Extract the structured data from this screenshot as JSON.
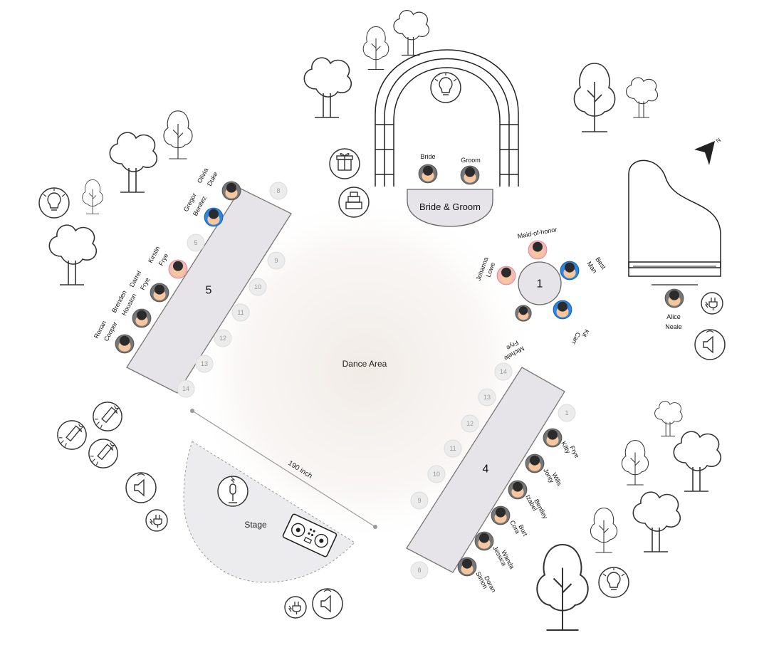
{
  "dance_area": "Dance Area",
  "stage": {
    "label": "Stage",
    "distance_label": "190 inch"
  },
  "bride_groom": {
    "table_label": "Bride & Groom",
    "bride": "Bride",
    "groom": "Groom"
  },
  "table1": {
    "number": "1",
    "guests": {
      "maid": "Maid-of-honor",
      "best_man_1": "Best",
      "best_man_2": "Man",
      "johanna_1": "Johanna",
      "johanna_2": "Lowe",
      "kit_1": "Kit",
      "kit_2": "Carr",
      "michele_1": "Michele",
      "michele_2": "Frye"
    }
  },
  "table5": {
    "number": "5",
    "guests": [
      {
        "first": "Olivia",
        "last": "Duke"
      },
      {
        "first": "Gregor",
        "last": "Benitez"
      },
      {
        "first": "Kirstin",
        "last": "Frye"
      },
      {
        "first": "Darrel",
        "last": "Frye"
      },
      {
        "first": "Brenden",
        "last": "Houston"
      },
      {
        "first": "Ronan",
        "last": "Cooper"
      }
    ],
    "seats": [
      "8",
      "5",
      "9",
      "10",
      "11",
      "12",
      "13",
      "14"
    ]
  },
  "table4": {
    "number": "4",
    "guests": [
      {
        "first": "Kitty",
        "last": "Frye"
      },
      {
        "first": "Jonty",
        "last": "Wills"
      },
      {
        "first": "Izabel",
        "last": "Bentley"
      },
      {
        "first": "Cora",
        "last": "Burt"
      },
      {
        "first": "Jessica",
        "last": "Wanda"
      },
      {
        "first": "Simon",
        "last": "Doran"
      }
    ],
    "seats": [
      "14",
      "13",
      "12",
      "11",
      "10",
      "9",
      "8",
      "1"
    ]
  },
  "piano_guest": {
    "first": "Alice",
    "last": "Neale"
  },
  "icons": [
    "lightbulb-icon",
    "gift-icon",
    "cake-icon",
    "speaker-icon",
    "power-plug-icon",
    "firework-icon",
    "microphone-icon",
    "dj-console-icon",
    "compass-icon",
    "tree-icon",
    "piano-icon",
    "arch-icon"
  ],
  "colors": {
    "line": "#333333",
    "table_fill": "#e6e4e8",
    "stage_fill": "#ececee",
    "seat_fill": "#ececec",
    "guest_blue": "#2f86e0",
    "guest_pink": "#f6b8b8",
    "skin": "#f6c79e",
    "dance_glow": "#f1ebe6"
  }
}
